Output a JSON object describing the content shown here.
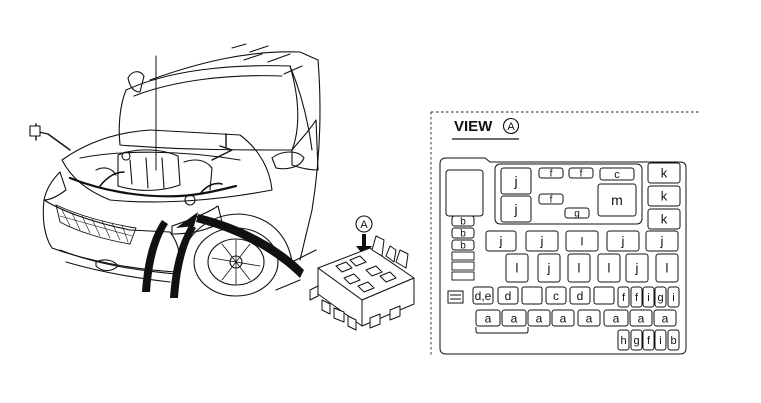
{
  "view_label": {
    "prefix": "VIEW",
    "marker": "A"
  },
  "callout_marker": "A",
  "fuse_box": {
    "cells": [
      {
        "id": "j1",
        "label": "j"
      },
      {
        "id": "j2",
        "label": "j"
      },
      {
        "id": "c-top",
        "label": "c"
      },
      {
        "id": "m",
        "label": "m"
      },
      {
        "id": "k1",
        "label": "k"
      },
      {
        "id": "k2",
        "label": "k"
      },
      {
        "id": "k3",
        "label": "k"
      },
      {
        "id": "f1",
        "label": "f"
      },
      {
        "id": "f2",
        "label": "f"
      },
      {
        "id": "f3",
        "label": "f"
      },
      {
        "id": "g-top",
        "label": "g"
      },
      {
        "id": "b1",
        "label": "b"
      },
      {
        "id": "b2",
        "label": "b"
      },
      {
        "id": "b3",
        "label": "b"
      },
      {
        "id": "jr1",
        "label": "j"
      },
      {
        "id": "jr2",
        "label": "j"
      },
      {
        "id": "l-top",
        "label": "l"
      },
      {
        "id": "jr3",
        "label": "j"
      },
      {
        "id": "jr4",
        "label": "j"
      },
      {
        "id": "l1",
        "label": "l"
      },
      {
        "id": "jr5",
        "label": "j"
      },
      {
        "id": "l2",
        "label": "l"
      },
      {
        "id": "l3",
        "label": "l"
      },
      {
        "id": "jr6",
        "label": "j"
      },
      {
        "id": "l4",
        "label": "l"
      },
      {
        "id": "de",
        "label": "d,e"
      },
      {
        "id": "d1",
        "label": "d"
      },
      {
        "id": "c1",
        "label": "c"
      },
      {
        "id": "d2",
        "label": "d"
      },
      {
        "id": "f4",
        "label": "f"
      },
      {
        "id": "f5",
        "label": "f"
      },
      {
        "id": "i1",
        "label": "i"
      },
      {
        "id": "g1",
        "label": "g"
      },
      {
        "id": "i2",
        "label": "i"
      },
      {
        "id": "a1",
        "label": "a"
      },
      {
        "id": "a2",
        "label": "a"
      },
      {
        "id": "a3",
        "label": "a"
      },
      {
        "id": "a4",
        "label": "a"
      },
      {
        "id": "a5",
        "label": "a"
      },
      {
        "id": "a6",
        "label": "a"
      },
      {
        "id": "a7",
        "label": "a"
      },
      {
        "id": "a8",
        "label": "a"
      },
      {
        "id": "h",
        "label": "h"
      },
      {
        "id": "g2",
        "label": "g"
      },
      {
        "id": "f6",
        "label": "f"
      },
      {
        "id": "i3",
        "label": "i"
      },
      {
        "id": "b4",
        "label": "b"
      }
    ]
  }
}
